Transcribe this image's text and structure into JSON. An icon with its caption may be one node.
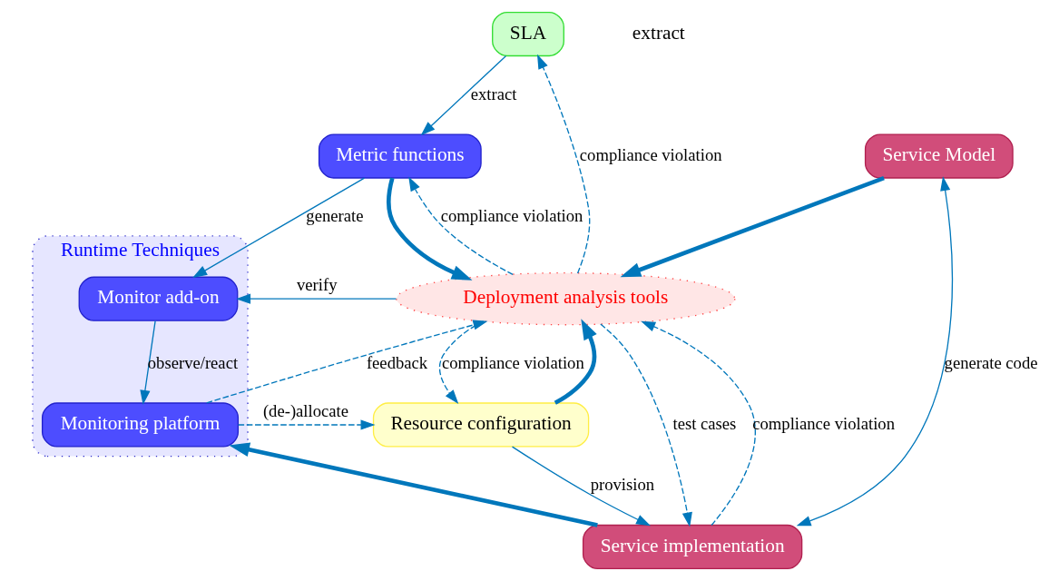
{
  "diagram": {
    "nodes": [
      {
        "text": [
          "SLA"
        ]
      },
      {
        "text": [
          "Metric functions"
        ]
      },
      {
        "text": [
          "Runtime Techniques"
        ]
      },
      {
        "text": [
          "Monitor add-on"
        ],
        "in": 2
      },
      {
        "text": [
          "Monitoring platform"
        ],
        "in": 2
      },
      {
        "text": [
          "Deployment analysis tools"
        ]
      },
      {
        "text": [
          "Resource configuration"
        ]
      },
      {
        "text": [
          "Service Model"
        ]
      },
      {
        "text": [
          "Service implementation"
        ]
      }
    ],
    "edges": [
      {
        "from": 0,
        "to": 1,
        "arrow": "to",
        "label": "extract"
      },
      {
        "from": 1,
        "to": 3,
        "arrow": "to",
        "label": "generate"
      },
      {
        "from": 1,
        "to": 5,
        "arrow": "to",
        "style": "thick"
      },
      {
        "from": 5,
        "to": 0,
        "arrow": "to",
        "style": "dashed",
        "label": "compliance violation"
      },
      {
        "from": 5,
        "to": 1,
        "arrow": "to",
        "style": "dashed",
        "label": "compliance violation"
      },
      {
        "from": 5,
        "to": 3,
        "arrow": "to",
        "label": "verify"
      },
      {
        "from": 3,
        "to": 4,
        "arrow": "to",
        "label": "observe/react"
      },
      {
        "from": 4,
        "to": 5,
        "arrow": "to",
        "style": "dashed",
        "label": "feedback"
      },
      {
        "from": 4,
        "to": 6,
        "arrow": "to",
        "style": "dashed",
        "label": "(de-)allocate"
      },
      {
        "from": 5,
        "to": 6,
        "arrow": "to",
        "style": "dashed",
        "label": "compliance violation"
      },
      {
        "from": 6,
        "to": 5,
        "arrow": "to",
        "style": "thick"
      },
      {
        "from": 6,
        "to": 8,
        "arrow": "to",
        "label": "provision"
      },
      {
        "from": 8,
        "to": 4,
        "arrow": "to",
        "style": "thick"
      },
      {
        "from": 7,
        "to": 5,
        "arrow": "to",
        "style": "thick"
      },
      {
        "from": 5,
        "to": 8,
        "arrow": "to",
        "style": "dashed",
        "label": "test cases"
      },
      {
        "from": 8,
        "to": 5,
        "arrow": "to",
        "style": "dashed",
        "label": "compliance violation"
      },
      {
        "from": 7,
        "to": 8,
        "arrow": "both",
        "label": "generate code"
      }
    ],
    "labels": [
      "extract"
    ]
  }
}
